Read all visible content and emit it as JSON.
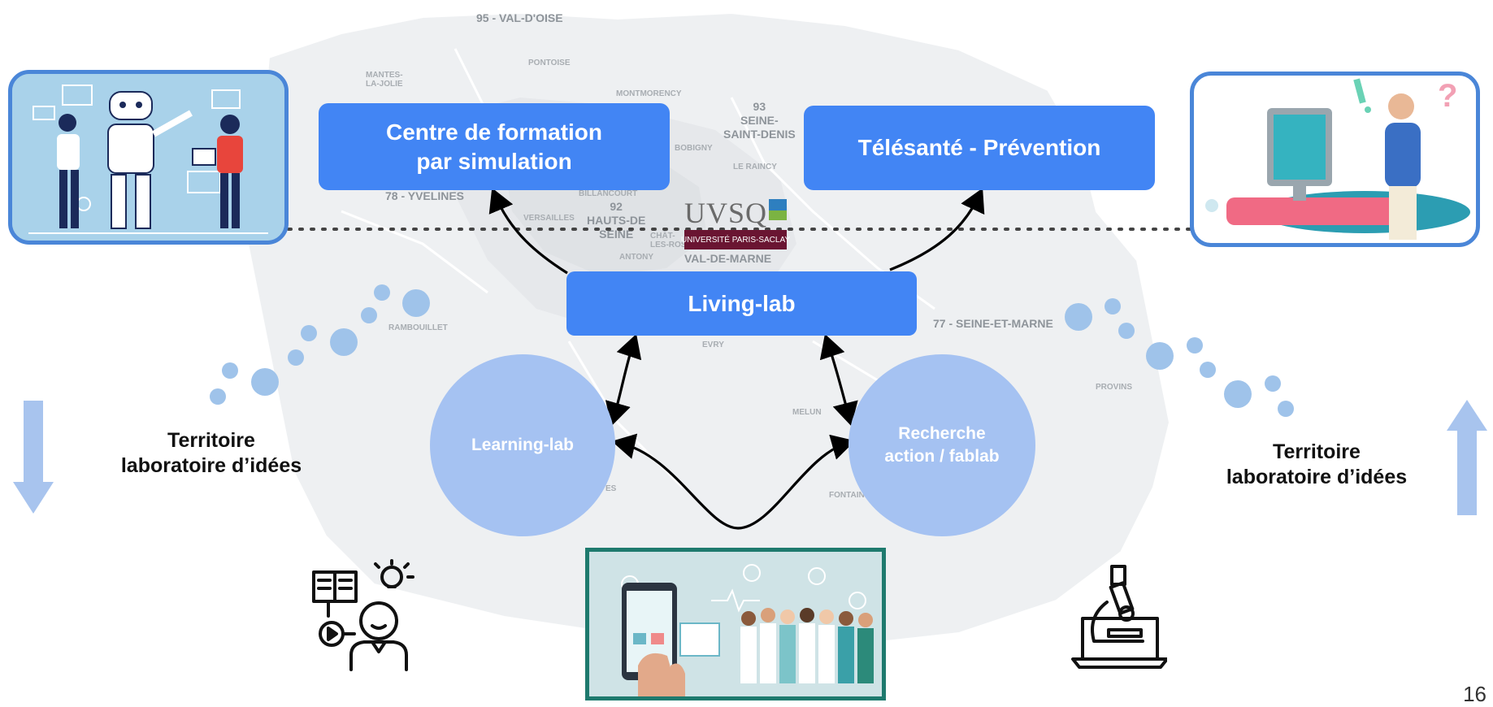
{
  "map_labels": {
    "val_doise": "95 - VAL-D'OISE",
    "pontoise": "PONTOISE",
    "mantes": "MANTES-\nLA-JOLIE",
    "montmorency": "MONTMORENCY",
    "seine_st_denis": "93\nSEINE-\nSAINT-DENIS",
    "bobigny": "BOBIGNY",
    "le_raincy": "LE RAINCY",
    "yvelines": "78 - YVELINES",
    "billancourt": "BILLANCOURT",
    "versailles": "VERSAILLES",
    "hauts_de_seine": "92\nHAUTS-DE\nSEINE",
    "chatillon": "CHÂT-\nLES-ROS",
    "antony": "ANTONY",
    "val_de_marne": "VAL-DE-MARNE",
    "rambouillet": "RAMBOUILLET",
    "seine_et_marne": "77 - SEINE-ET-MARNE",
    "evry": "EVRY",
    "melun": "MELUN",
    "provins": "PROVINS",
    "fontainebleau": "FONTAIN",
    "etampes": "ES"
  },
  "boxes": {
    "simulation": "Centre de formation\npar simulation",
    "telesante": "Télésanté - Prévention",
    "living_lab": "Living-lab"
  },
  "circles": {
    "learning_lab": "Learning-lab",
    "recherche": "Recherche\naction / fablab"
  },
  "territory": {
    "left": "Territoire\nlaboratoire d’idées",
    "right": "Territoire\nlaboratoire d’idées"
  },
  "logo": {
    "uvsq": "UVSQ",
    "paris_saclay": "UNIVERSITÉ PARIS-SACLAY"
  },
  "page_number": "16",
  "colors": {
    "box_blue": "#4285f4",
    "circle_blue": "#a5c2f2",
    "arrow_blue": "#a8c4ee",
    "dot_blue": "#9fc3ea",
    "frame_blue": "#4a86d8",
    "frame_green": "#1e7a6e"
  },
  "icons": [
    "robot-team-illustration",
    "confused-person-computer-illustration",
    "learner-idea-icon",
    "digital-health-team-illustration",
    "microscope-laptop-icon"
  ]
}
